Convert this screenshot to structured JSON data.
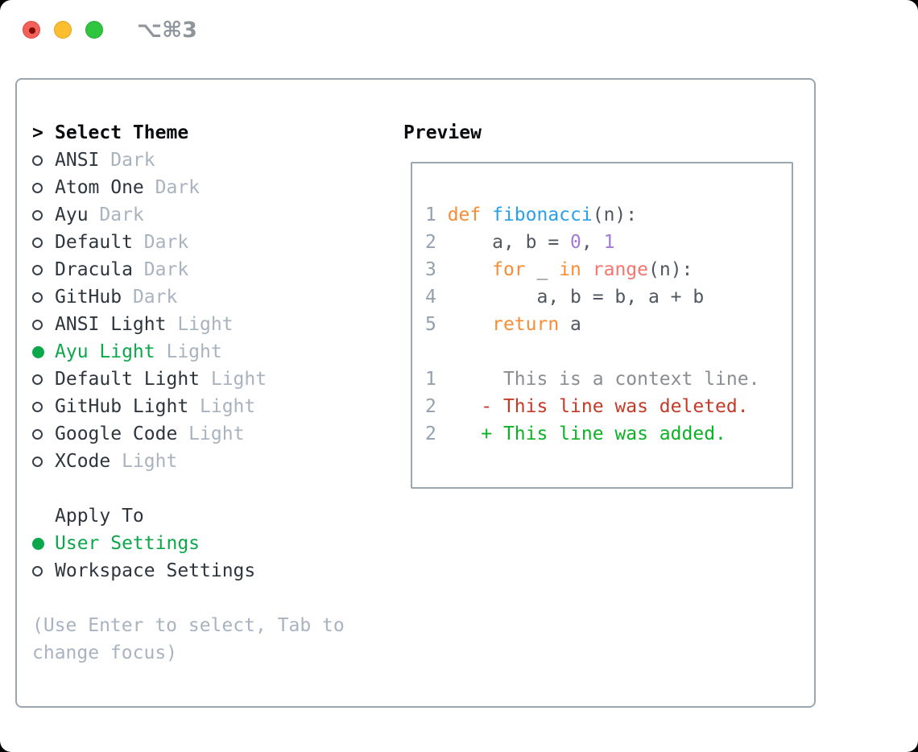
{
  "window": {
    "title": "⌥⌘3"
  },
  "theme_list": {
    "header_prefix": ">",
    "header": "Select Theme",
    "items": [
      {
        "name": "ANSI",
        "variant": "Dark",
        "selected": false
      },
      {
        "name": "Atom One",
        "variant": "Dark",
        "selected": false
      },
      {
        "name": "Ayu",
        "variant": "Dark",
        "selected": false
      },
      {
        "name": "Default",
        "variant": "Dark",
        "selected": false
      },
      {
        "name": "Dracula",
        "variant": "Dark",
        "selected": false
      },
      {
        "name": "GitHub",
        "variant": "Dark",
        "selected": false
      },
      {
        "name": "ANSI Light",
        "variant": "Light",
        "selected": false
      },
      {
        "name": "Ayu Light",
        "variant": "Light",
        "selected": true
      },
      {
        "name": "Default Light",
        "variant": "Light",
        "selected": false
      },
      {
        "name": "GitHub Light",
        "variant": "Light",
        "selected": false
      },
      {
        "name": "Google Code",
        "variant": "Light",
        "selected": false
      },
      {
        "name": "XCode",
        "variant": "Light",
        "selected": false
      }
    ]
  },
  "apply_to": {
    "header": "Apply To",
    "options": [
      {
        "label": "User Settings",
        "selected": true
      },
      {
        "label": "Workspace Settings",
        "selected": false
      }
    ]
  },
  "hint": {
    "lines": [
      "(Use Enter to select, Tab to",
      "change focus)"
    ]
  },
  "preview": {
    "header": "Preview",
    "code_lines": [
      {
        "num": "1",
        "tokens": [
          {
            "c": "kw",
            "t": "def "
          },
          {
            "c": "fn",
            "t": "fibonacci"
          },
          {
            "c": "pl",
            "t": "(n):"
          }
        ]
      },
      {
        "num": "2",
        "tokens": [
          {
            "c": "pl",
            "t": "    a, b = "
          },
          {
            "c": "nu",
            "t": "0"
          },
          {
            "c": "pl",
            "t": ", "
          },
          {
            "c": "nu",
            "t": "1"
          }
        ]
      },
      {
        "num": "3",
        "tokens": [
          {
            "c": "pl",
            "t": "    "
          },
          {
            "c": "kw",
            "t": "for"
          },
          {
            "c": "pl",
            "t": " _ "
          },
          {
            "c": "kw",
            "t": "in"
          },
          {
            "c": "pl",
            "t": " "
          },
          {
            "c": "ca",
            "t": "range"
          },
          {
            "c": "pl",
            "t": "(n):"
          }
        ]
      },
      {
        "num": "4",
        "tokens": [
          {
            "c": "pl",
            "t": "        a, b = b, a + b"
          }
        ]
      },
      {
        "num": "5",
        "tokens": [
          {
            "c": "pl",
            "t": "    "
          },
          {
            "c": "kw",
            "t": "return"
          },
          {
            "c": "pl",
            "t": " a"
          }
        ]
      }
    ],
    "diff_lines": [
      {
        "num": "1",
        "type": "context",
        "text": "      This is a context line."
      },
      {
        "num": "2",
        "type": "deleted",
        "text": "    - This line was deleted."
      },
      {
        "num": "2",
        "type": "added",
        "text": "    + This line was added."
      }
    ]
  },
  "icons": {
    "close": "close-icon",
    "minimize": "minimize-icon",
    "zoom": "zoom-icon",
    "radio_unselected": "radio-icon",
    "radio_selected": "radio-selected-icon"
  },
  "colors": {
    "accent_green": "#0ca74a",
    "diff_added_green": "#0db224",
    "diff_deleted_red": "#c43a27",
    "code_keyword_orange": "#f98d35",
    "code_function_blue": "#2aa0ea",
    "code_call_coral": "#f7756f",
    "code_number_purple": "#a379d9",
    "muted_gray": "#a9b3c0",
    "border_gray": "#9aa6b2",
    "lineno_gray": "#94a0ad",
    "context_gray": "#8a8d91",
    "text_dark": "#2f353d",
    "heading_black": "#0a0c0f",
    "code_text": "#515760",
    "titlebar_gray": "#8f959c",
    "traffic_red": "#f4615b",
    "traffic_red_dot": "#7e0b06",
    "traffic_yellow": "#fcbd2f",
    "traffic_green": "#30c53e"
  }
}
